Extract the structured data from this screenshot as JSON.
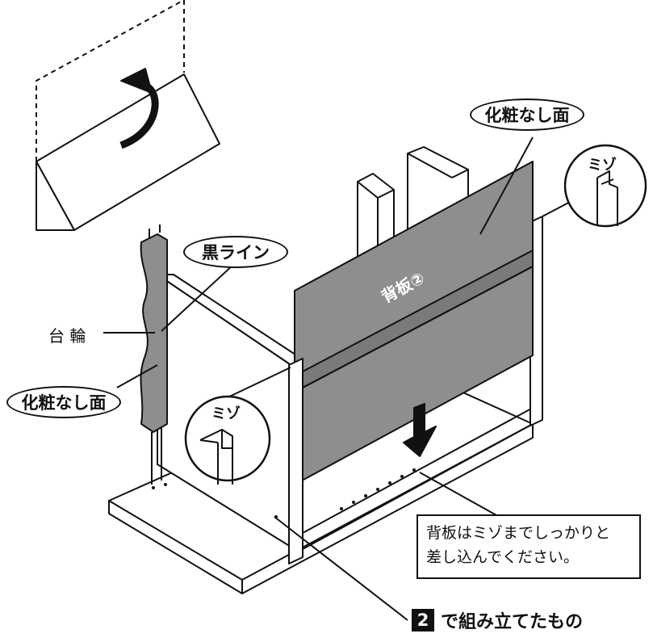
{
  "labels": {
    "keshou_top": "化粧なし面",
    "black_line": "黒ライン",
    "daiwa": "台 輪",
    "keshou_left": "化粧なし面",
    "back_panel": "背板②",
    "mizo_top": "ミゾ",
    "mizo_left": "ミゾ"
  },
  "note": {
    "line1": "背板はミゾまでしっかりと",
    "line2": "差し込んでください。"
  },
  "step": {
    "number": "2",
    "text": "で組み立てたもの"
  },
  "colors": {
    "panel_fill": "#8e8e8e",
    "line": "#111111"
  }
}
